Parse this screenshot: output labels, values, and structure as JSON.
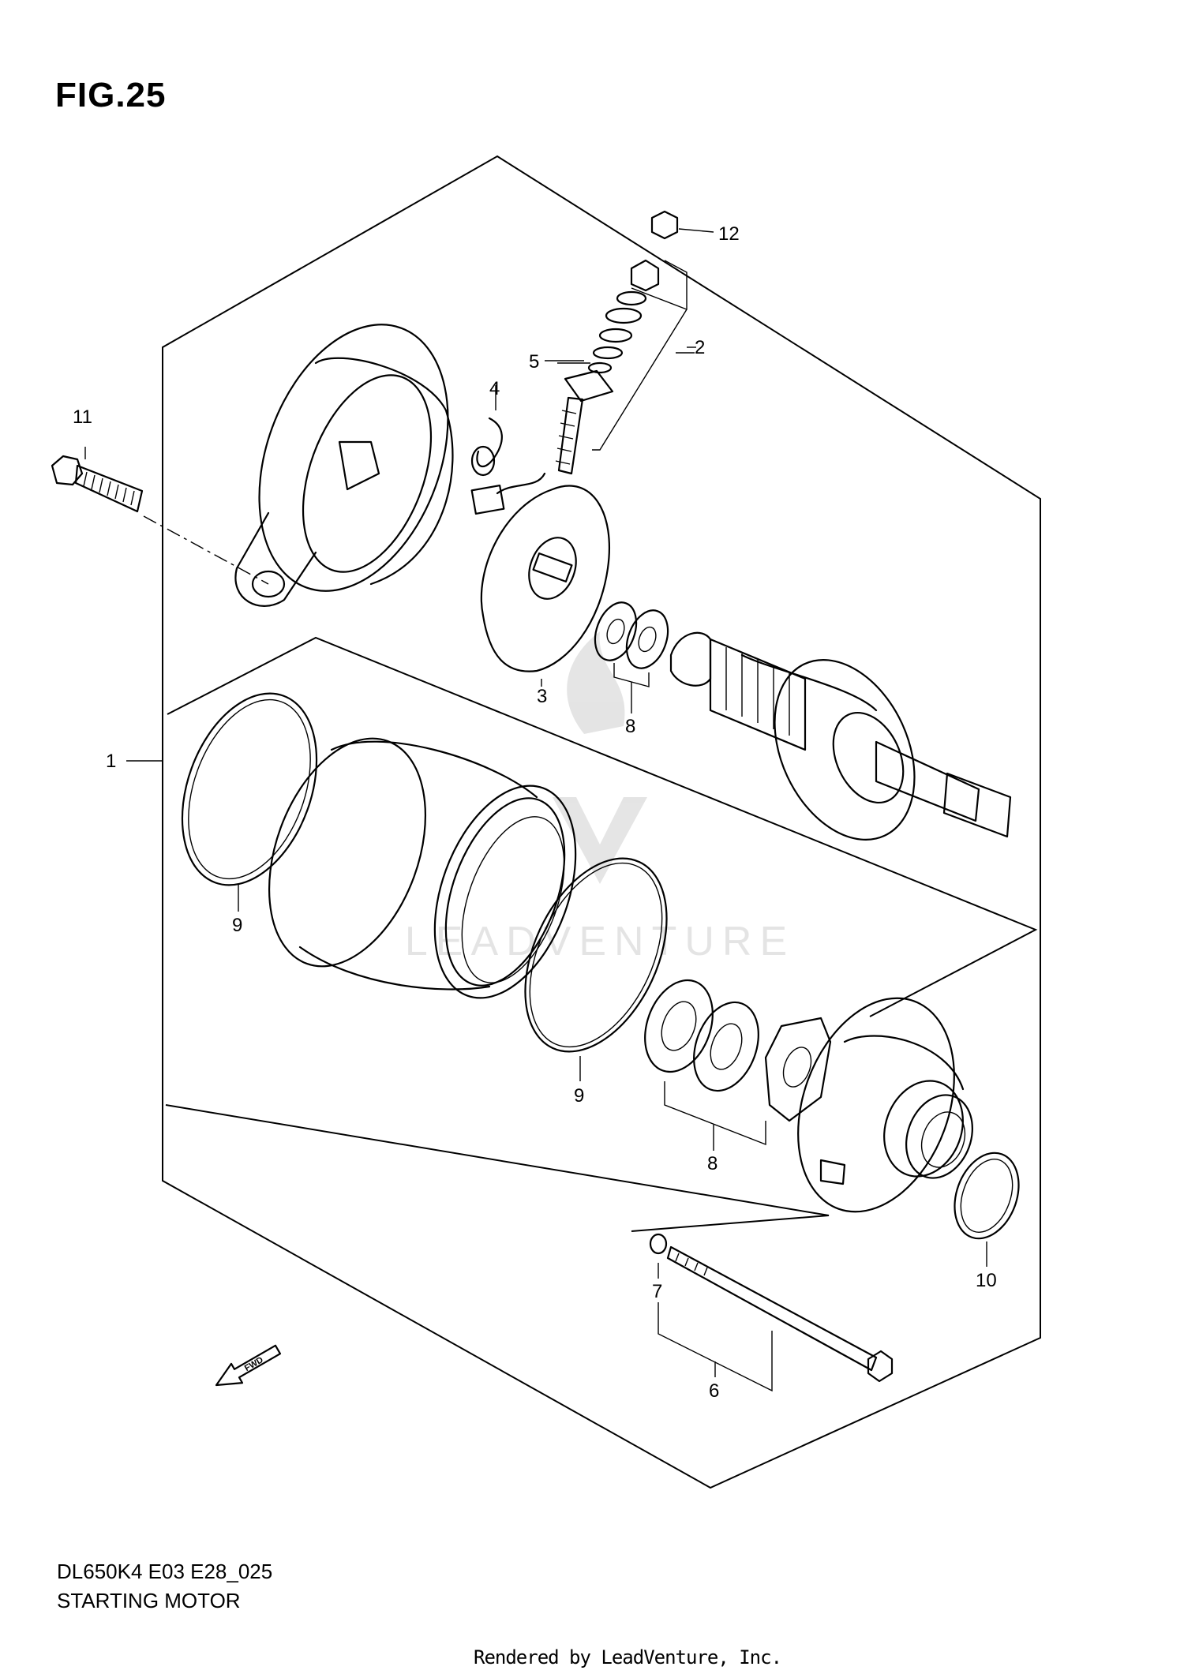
{
  "figure": {
    "title": "FIG.25"
  },
  "diagram": {
    "code": "DL650K4 E03 E28_025",
    "name": "STARTING MOTOR",
    "fwd_label": "FWD",
    "watermark": "LEADVENTURE",
    "footer": "Rendered by LeadVenture, Inc."
  },
  "callouts": {
    "c1": "1",
    "c2": "2",
    "c3": "3",
    "c4": "4",
    "c5": "5",
    "c6": "6",
    "c7": "7",
    "c8a": "8",
    "c8b": "8",
    "c9a": "9",
    "c9b": "9",
    "c10": "10",
    "c11": "11",
    "c12": "12"
  }
}
